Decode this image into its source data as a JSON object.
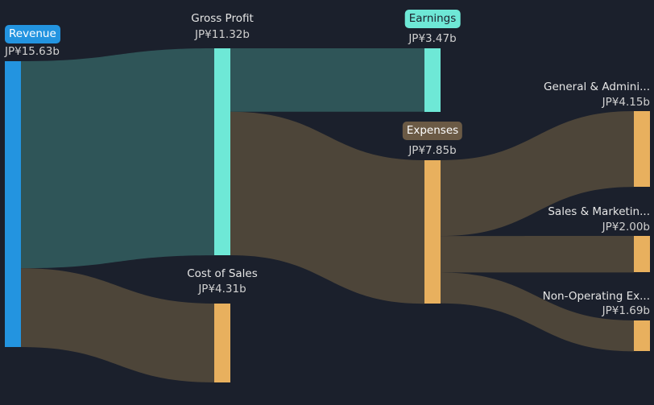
{
  "chart_data": {
    "type": "sankey",
    "currency": "JP¥",
    "unit": "b",
    "nodes": [
      {
        "id": "revenue",
        "label": "Revenue",
        "value_label": "JP¥15.63b",
        "value": 15.63,
        "color": "#2394e0",
        "badge": true,
        "badge_text_color": "#ffffff"
      },
      {
        "id": "gross_profit",
        "label": "Gross Profit",
        "value_label": "JP¥11.32b",
        "value": 11.32,
        "color": "#6ee8d6",
        "badge": false
      },
      {
        "id": "cost_of_sales",
        "label": "Cost of Sales",
        "value_label": "JP¥4.31b",
        "value": 4.31,
        "color": "#e8b05e",
        "badge": false
      },
      {
        "id": "earnings",
        "label": "Earnings",
        "value_label": "JP¥3.47b",
        "value": 3.47,
        "color": "#6ee8d6",
        "badge": true,
        "badge_text_color": "#1b202c"
      },
      {
        "id": "expenses",
        "label": "Expenses",
        "value_label": "JP¥7.85b",
        "value": 7.85,
        "color": "#e8b05e",
        "badge": true,
        "badge_color": "#6b5a45",
        "badge_text_color": "#ffffff"
      },
      {
        "id": "general_admin",
        "label": "General & Admini...",
        "value_label": "JP¥4.15b",
        "value": 4.15,
        "color": "#e8b05e",
        "badge": false
      },
      {
        "id": "sales_marketing",
        "label": "Sales & Marketin...",
        "value_label": "JP¥2.00b",
        "value": 2.0,
        "color": "#e8b05e",
        "badge": false
      },
      {
        "id": "non_operating",
        "label": "Non-Operating Ex...",
        "value_label": "JP¥1.69b",
        "value": 1.69,
        "color": "#e8b05e",
        "badge": false
      }
    ],
    "links": [
      {
        "source": "revenue",
        "target": "gross_profit",
        "value": 11.32,
        "color": "#2f5558"
      },
      {
        "source": "revenue",
        "target": "cost_of_sales",
        "value": 4.31,
        "color": "#4d4539"
      },
      {
        "source": "gross_profit",
        "target": "earnings",
        "value": 3.47,
        "color": "#2f5558"
      },
      {
        "source": "gross_profit",
        "target": "expenses",
        "value": 7.85,
        "color": "#4d4539"
      },
      {
        "source": "expenses",
        "target": "general_admin",
        "value": 4.15,
        "color": "#4d4539"
      },
      {
        "source": "expenses",
        "target": "sales_marketing",
        "value": 2.0,
        "color": "#4d4539"
      },
      {
        "source": "expenses",
        "target": "non_operating",
        "value": 1.69,
        "color": "#4d4539"
      }
    ]
  }
}
